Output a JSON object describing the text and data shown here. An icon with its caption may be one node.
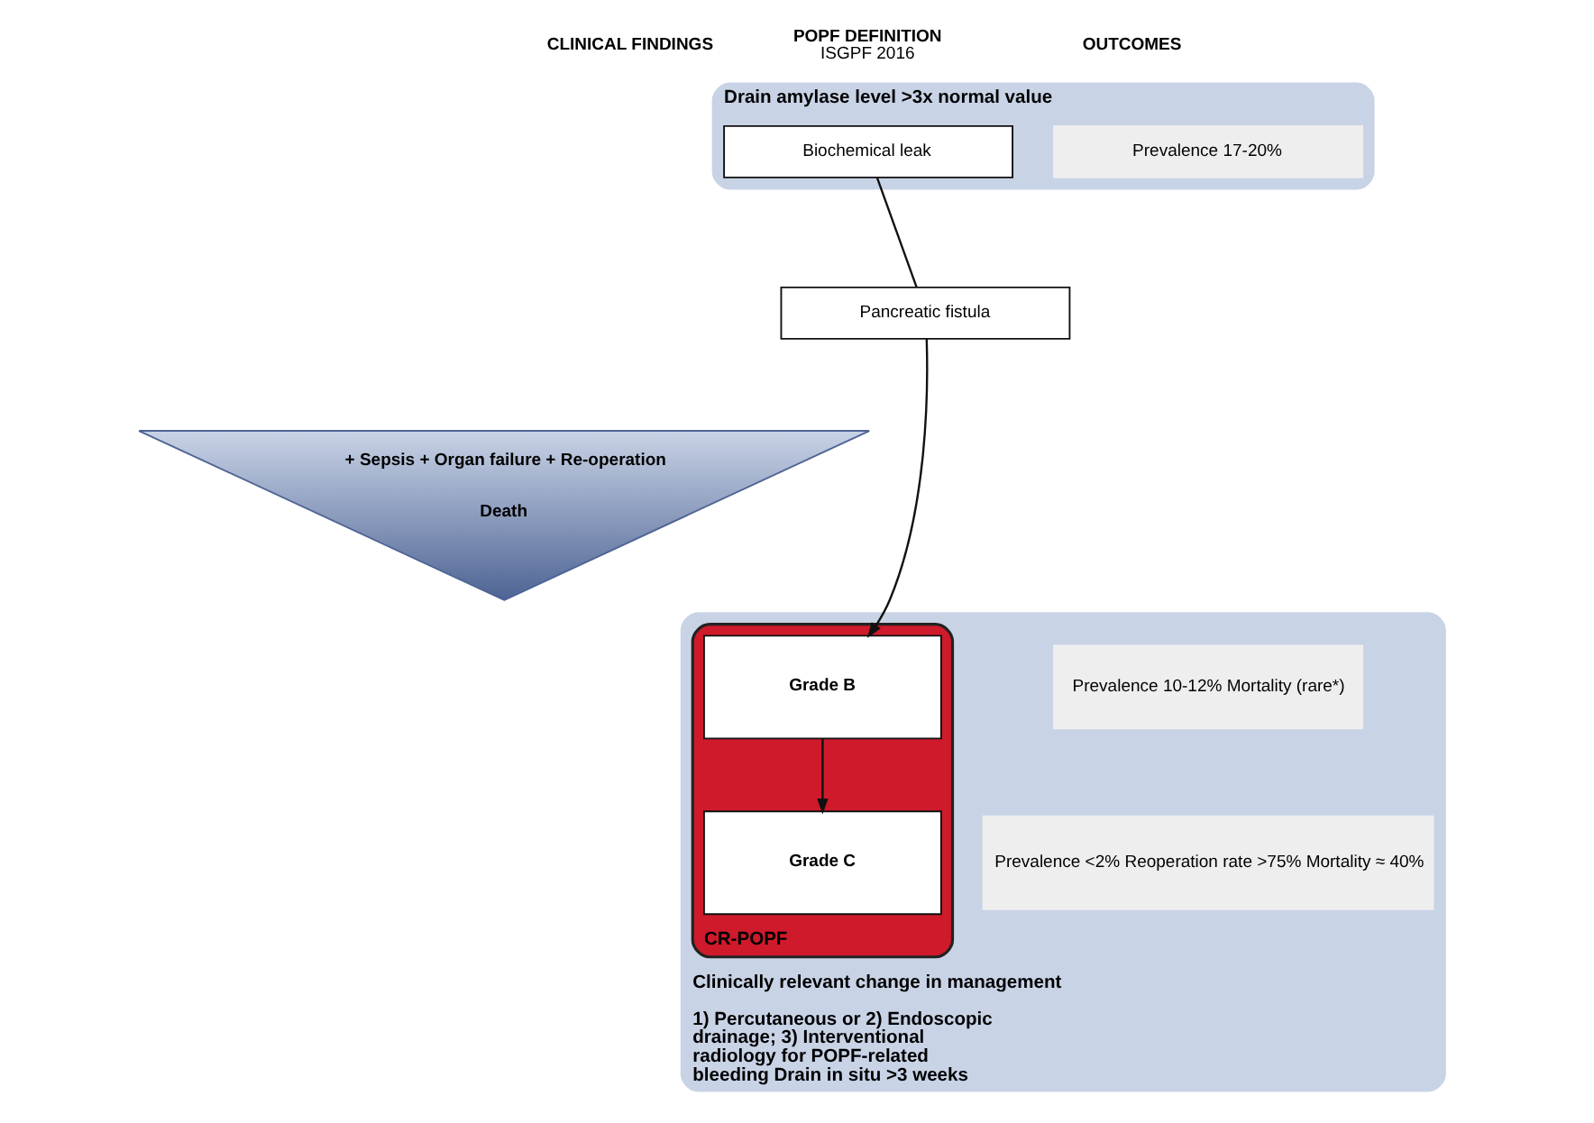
{
  "diagram": {
    "nodes": [
      {
        "text": [
          "Drain amylase level >3x normal value"
        ]
      },
      {
        "text": [
          "Biochemical leak"
        ],
        "in": 0
      },
      {
        "text": [
          "Prevalence 17-20%"
        ],
        "in": 0
      },
      {
        "text": [
          "Pancreatic fistula"
        ]
      },
      {
        "text": [
          "Clinically relevant change in management",
          "1) Percutaneous or 2) Endoscopic drainage; 3) Interventional radiology for POPF-related bleeding Drain in situ >3 weeks"
        ]
      },
      {
        "text": [
          "CR-POPF"
        ],
        "in": 4
      },
      {
        "text": [
          "Grade B"
        ],
        "in": 5
      },
      {
        "text": [
          "Grade C"
        ],
        "in": 5
      },
      {
        "text": [
          "Prevalence 10-12% Mortality (rare*)"
        ],
        "in": 4
      },
      {
        "text": [
          "Prevalence <2% Reoperation rate >75% Mortality ≈ 40%"
        ],
        "in": 4
      },
      {
        "text": [
          "+ Sepsis + Organ failure + Re-operation",
          "Death"
        ]
      }
    ],
    "edges": [
      {
        "from": 1,
        "to": 3,
        "arrow": "none"
      },
      {
        "from": 3,
        "to": 6,
        "arrow": "to"
      },
      {
        "from": 6,
        "to": 7,
        "arrow": "to"
      }
    ],
    "labels": [
      "CLINICAL FINDINGS",
      "POPF DEFINITION",
      "ISGPF 2016",
      "OUTCOMES"
    ]
  }
}
